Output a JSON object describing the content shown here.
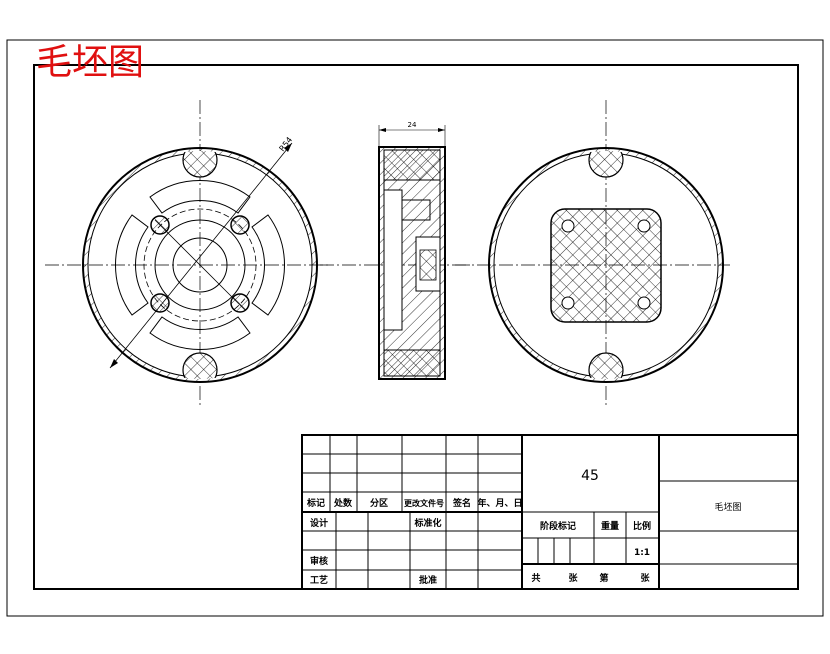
{
  "drawing": {
    "title_overlay": "毛坯图",
    "radius_label": "R54",
    "width_label": "24"
  },
  "title_block": {
    "material": "45",
    "drawing_name": "毛坯图",
    "revision_headers": [
      "标记",
      "处数",
      "分区",
      "更改文件号",
      "签名",
      "年、月、日"
    ],
    "design_label": "设计",
    "standardize_label": "标准化",
    "review_label": "审核",
    "process_label": "工艺",
    "approve_label": "批准",
    "stage_label": "阶段标记",
    "weight_label": "重量",
    "scale_label": "比例",
    "scale_value": "1:1",
    "total_label": "共",
    "sheets_label": "张",
    "sheet_no_label": "第",
    "sheets_label2": "张"
  },
  "colors": {
    "line": "#000000",
    "overlay_text": "#e01010"
  }
}
